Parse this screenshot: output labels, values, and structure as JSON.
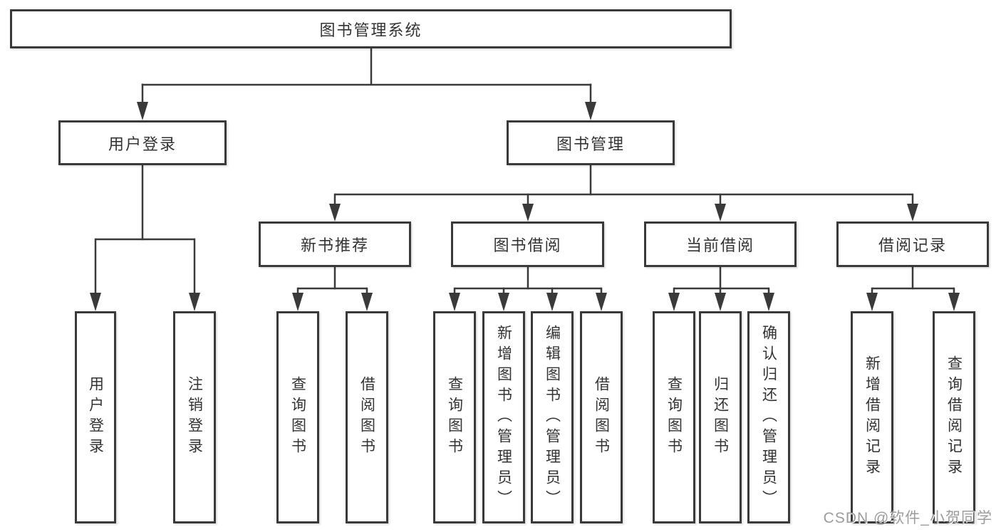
{
  "nodes": {
    "root": "图书管理系统",
    "user_login": "用户登录",
    "book_mgmt": "图书管理",
    "new_book_rec": "新书推荐",
    "book_borrow": "图书借阅",
    "current_borrow": "当前借阅",
    "borrow_record": "借阅记录",
    "leaf_user_login": "用户登录",
    "leaf_logout": "注销登录",
    "leaf_query_book_1": "查询图书",
    "leaf_borrow_book_1": "借阅图书",
    "leaf_query_book_2": "查询图书",
    "leaf_add_book": "新增图书（管理员）",
    "leaf_edit_book": "编辑图书（管理员）",
    "leaf_borrow_book_2": "借阅图书",
    "leaf_query_book_3": "查询图书",
    "leaf_return_book": "归还图书",
    "leaf_confirm_return": "确认归还（管理员）",
    "leaf_add_record": "新增借阅记录",
    "leaf_query_record": "查询借阅记录"
  },
  "tree": {
    "图书管理系统": {
      "用户登录": [
        "用户登录",
        "注销登录"
      ],
      "图书管理": {
        "新书推荐": [
          "查询图书",
          "借阅图书"
        ],
        "图书借阅": [
          "查询图书",
          "新增图书（管理员）",
          "编辑图书（管理员）",
          "借阅图书"
        ],
        "当前借阅": [
          "查询图书",
          "归还图书",
          "确认归还（管理员）"
        ],
        "借阅记录": [
          "新增借阅记录",
          "查询借阅记录"
        ]
      }
    }
  },
  "watermark": {
    "text": "CSDN @软件_小贺同学"
  },
  "colors": {
    "line": "#3a3a3a",
    "box_border": "#3a3a3a",
    "text": "#333333",
    "watermark": "#9c9c9c",
    "background": "#ffffff"
  }
}
